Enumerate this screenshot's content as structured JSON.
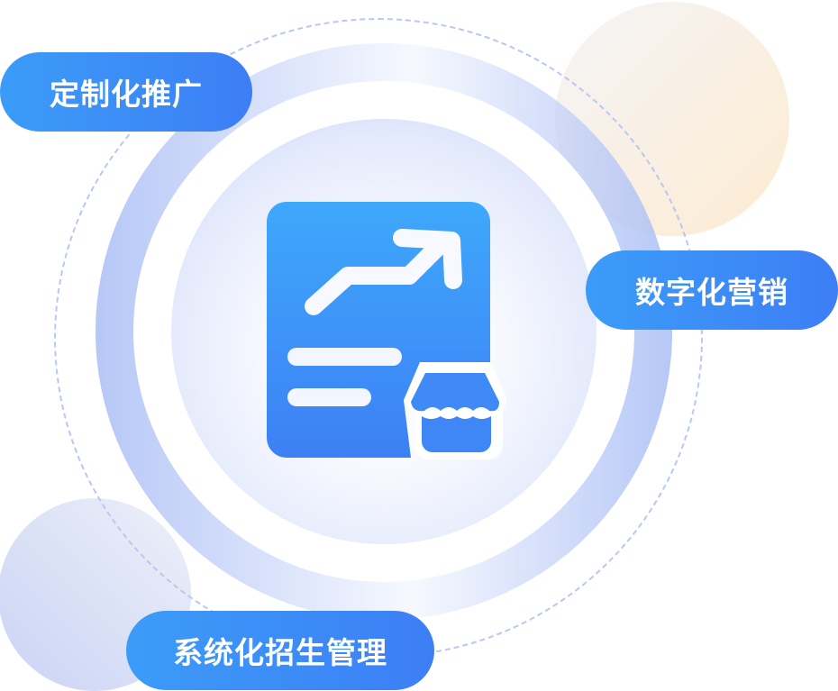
{
  "labels": {
    "custom_promotion": "定制化推广",
    "digital_marketing": "数字化营销",
    "systematic_enrollment": "系统化招生管理"
  },
  "icon": "growth-chart-store-icon",
  "colors": {
    "accent": "#3d86f6",
    "accent_light": "#3ea8fb"
  }
}
